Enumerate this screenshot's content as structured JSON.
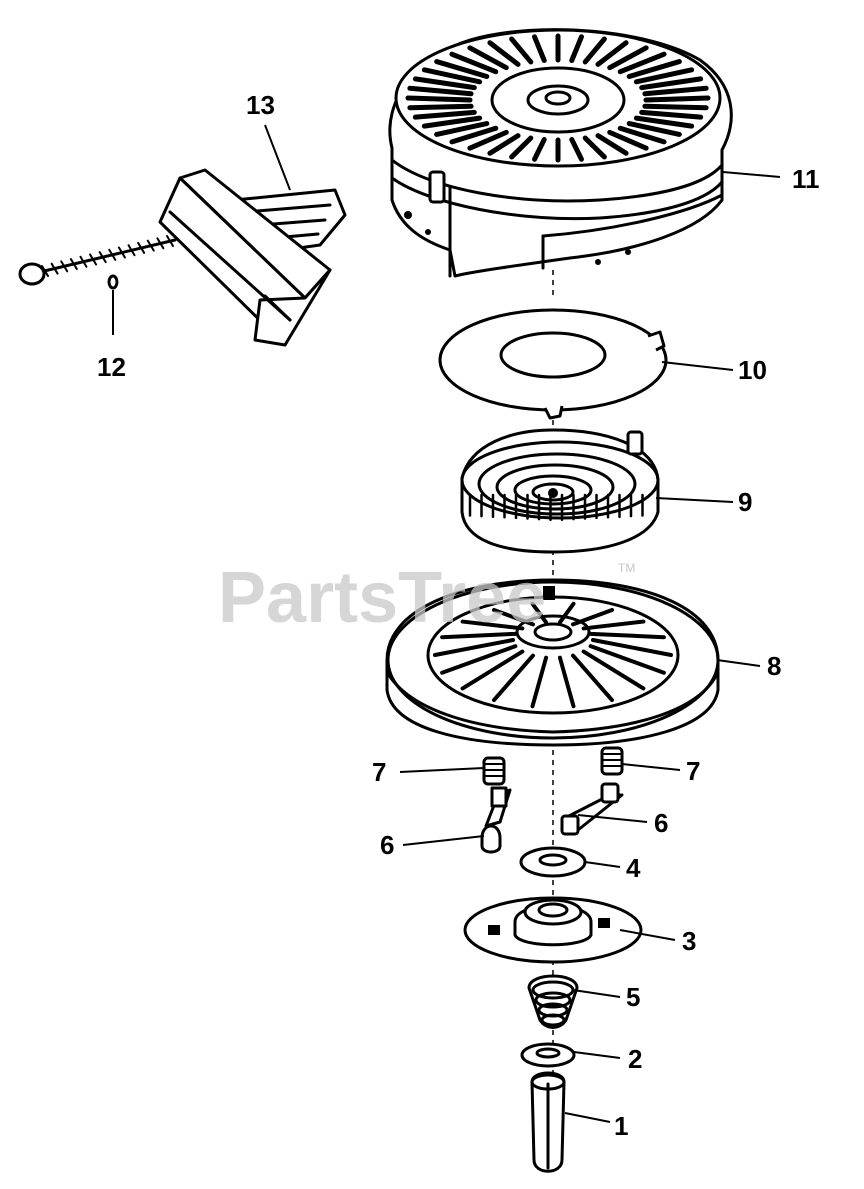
{
  "watermark": {
    "text": "PartsTree",
    "trademark": "TM"
  },
  "callouts": [
    {
      "id": "1",
      "label": "1"
    },
    {
      "id": "2",
      "label": "2"
    },
    {
      "id": "3",
      "label": "3"
    },
    {
      "id": "4",
      "label": "4"
    },
    {
      "id": "5",
      "label": "5"
    },
    {
      "id": "6a",
      "label": "6"
    },
    {
      "id": "6b",
      "label": "6"
    },
    {
      "id": "7a",
      "label": "7"
    },
    {
      "id": "7b",
      "label": "7"
    },
    {
      "id": "8",
      "label": "8"
    },
    {
      "id": "9",
      "label": "9"
    },
    {
      "id": "10",
      "label": "10"
    },
    {
      "id": "11",
      "label": "11"
    },
    {
      "id": "12",
      "label": "12"
    },
    {
      "id": "13",
      "label": "13"
    }
  ]
}
